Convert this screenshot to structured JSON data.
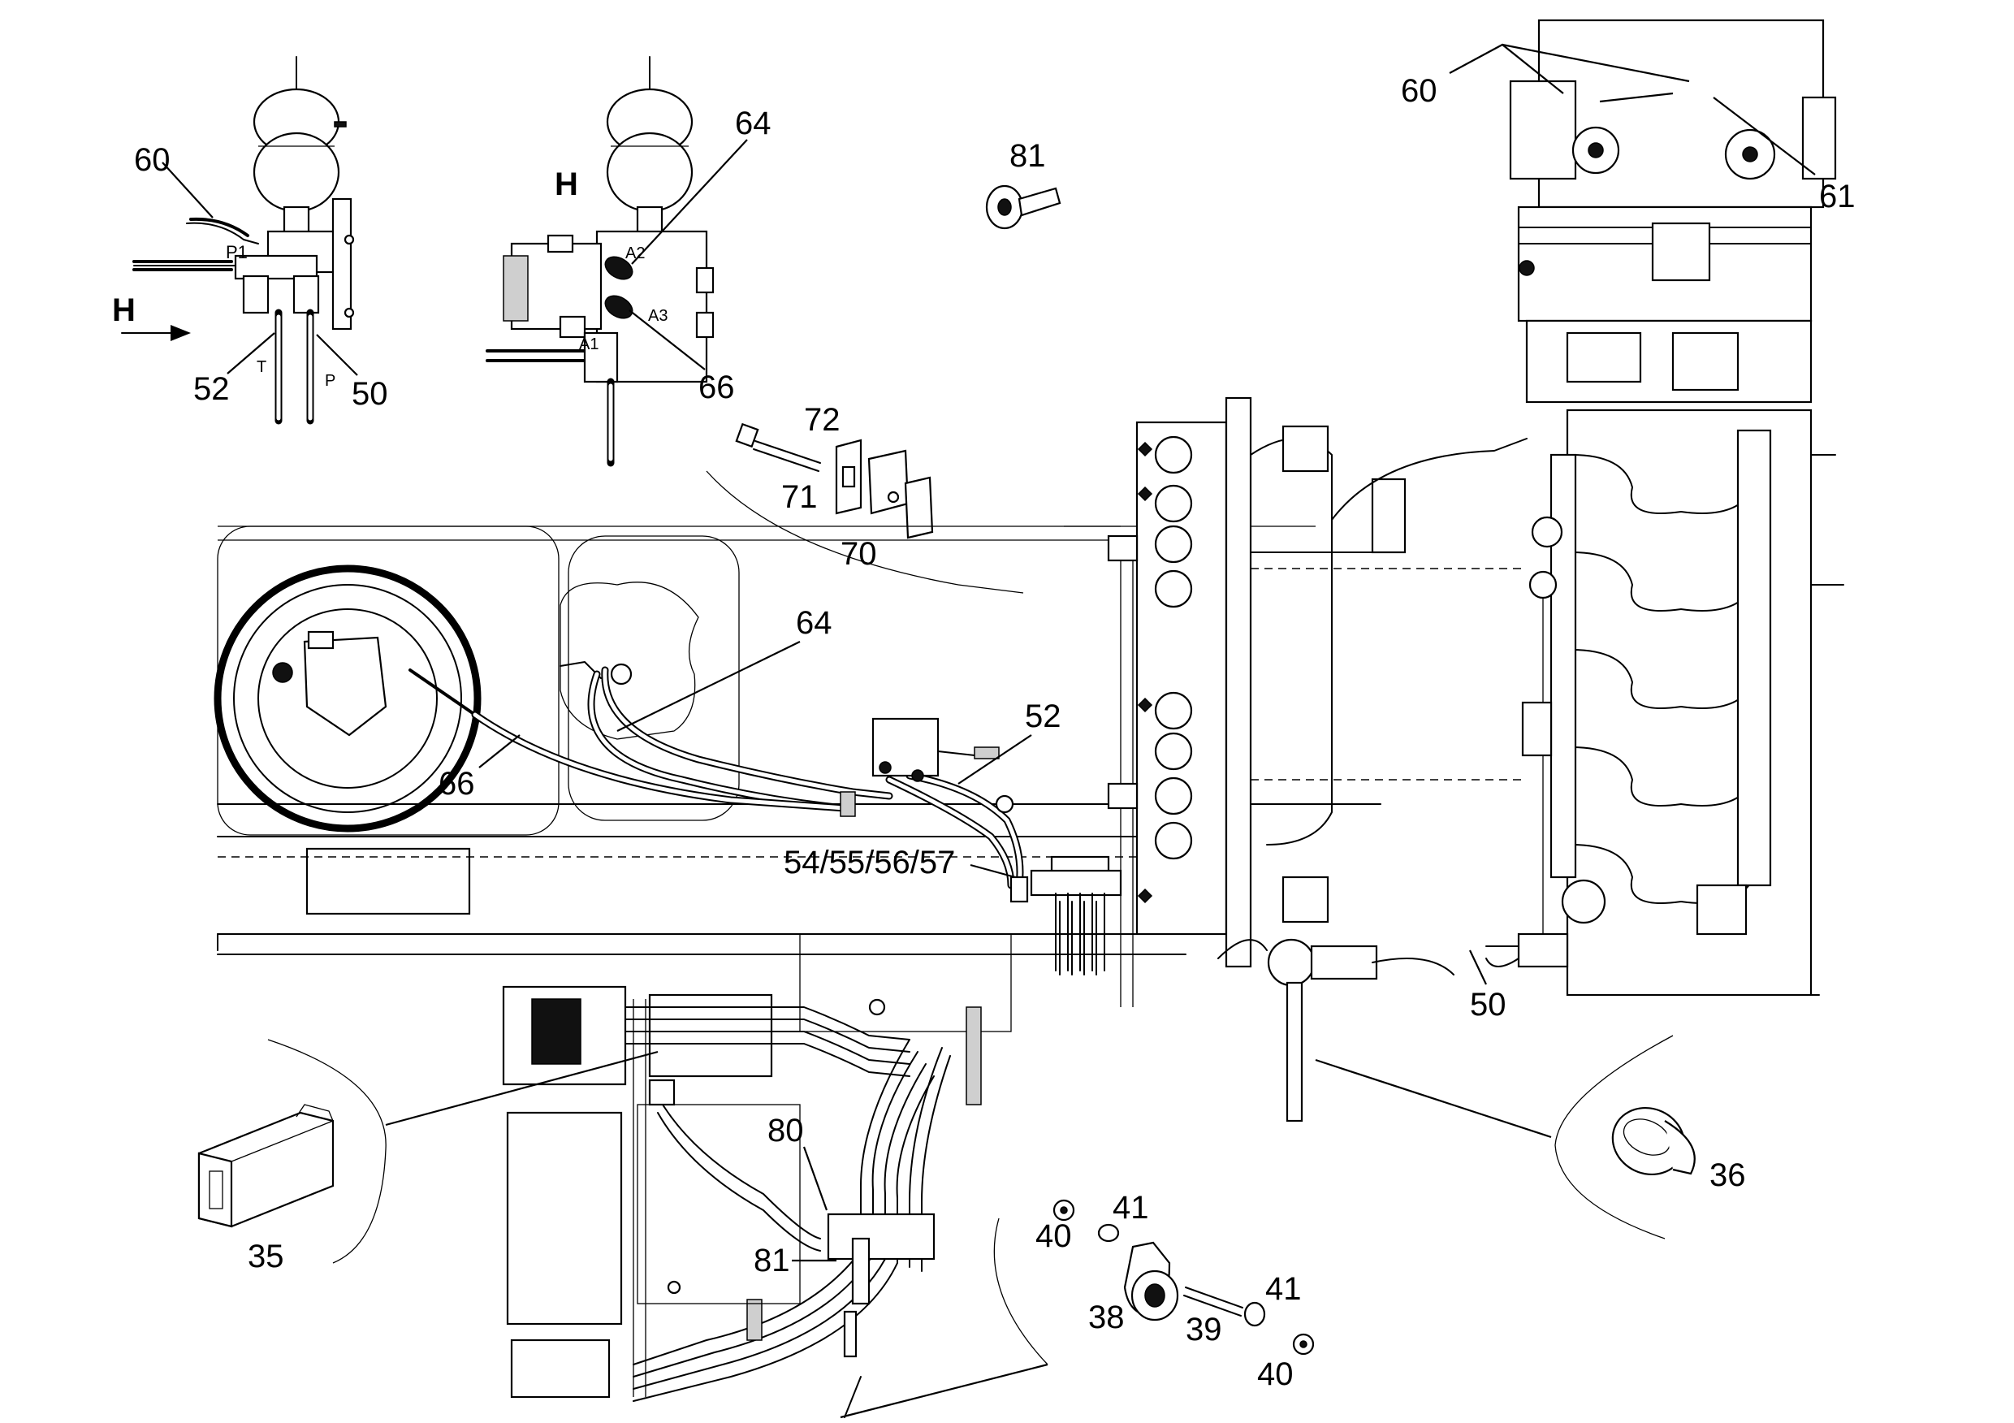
{
  "view_label": "H",
  "port_labels": {
    "p1": "P1",
    "t": "T",
    "p": "P",
    "a1": "A1",
    "a2": "A2",
    "a3": "A3"
  },
  "callouts": {
    "c60_detail": "60",
    "c52_detail": "52",
    "c50_detail": "50",
    "c64_detail": "64",
    "c66_detail": "66",
    "c81_top": "81",
    "c72": "72",
    "c71": "71",
    "c70": "70",
    "c60_main": "60",
    "c61": "61",
    "c64_main": "64",
    "c66_main": "66",
    "c52_main": "52",
    "c54_57": "54/55/56/57",
    "c50_main": "50",
    "c35": "35",
    "c36": "36",
    "c80": "80",
    "c81_bottom": "81",
    "c40_a": "40",
    "c41_a": "41",
    "c38": "38",
    "c39": "39",
    "c41_b": "41",
    "c40_b": "40"
  }
}
